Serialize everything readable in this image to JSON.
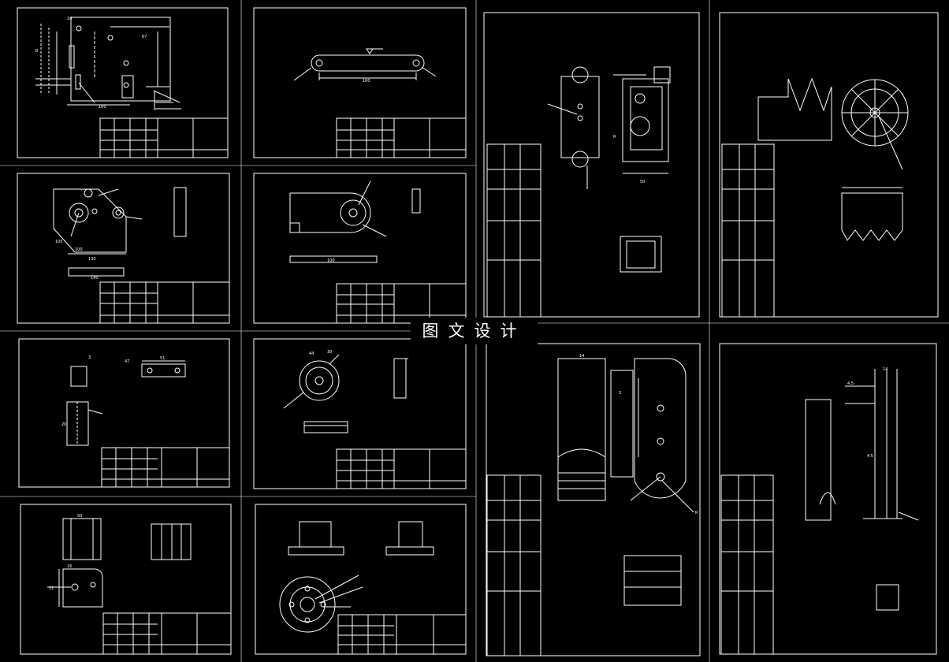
{
  "watermark": "图文设计",
  "colors": {
    "background": "#000000",
    "line": "#ffffff"
  },
  "sheets": [
    {
      "id": "s1",
      "dims": [
        "100",
        "67",
        "8",
        "10"
      ]
    },
    {
      "id": "s2",
      "dims": [
        "100"
      ]
    },
    {
      "id": "s3",
      "dims": [
        "130",
        "100",
        "140",
        "105"
      ]
    },
    {
      "id": "s4",
      "dims": [
        "100"
      ]
    },
    {
      "id": "s5",
      "dims": [
        "51",
        "47",
        "3",
        "20"
      ]
    },
    {
      "id": "s6",
      "dims": [
        "44",
        "30"
      ]
    },
    {
      "id": "s7",
      "dims": [
        "50",
        "16",
        "21"
      ]
    },
    {
      "id": "s8",
      "dims": []
    },
    {
      "id": "s9",
      "dims": [
        "50",
        "R"
      ]
    },
    {
      "id": "s10",
      "dims": []
    },
    {
      "id": "s11",
      "dims": [
        "14",
        "3",
        "R"
      ]
    },
    {
      "id": "s12",
      "dims": [
        "4.5",
        "4.5",
        "14"
      ]
    }
  ]
}
